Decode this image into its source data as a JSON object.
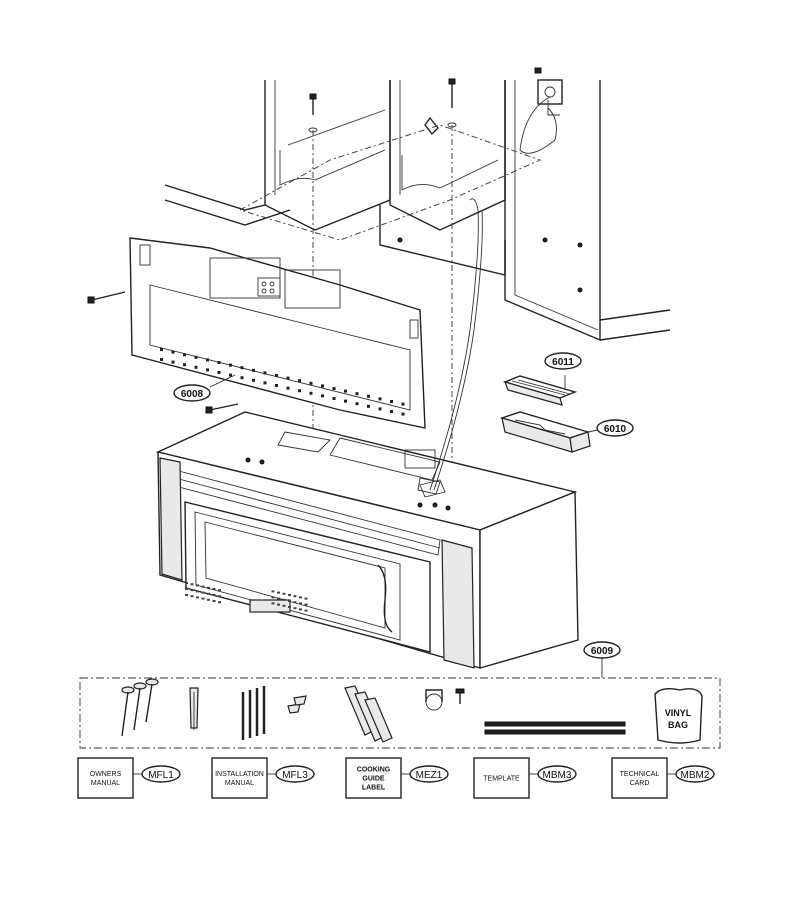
{
  "callouts": {
    "c6008": "6008",
    "c6009": "6009",
    "c6010": "6010",
    "c6011": "6011"
  },
  "kit": {
    "vinyl_bag_line1": "VINYL",
    "vinyl_bag_line2": "BAG"
  },
  "documents": [
    {
      "line1": "OWNERS",
      "line2": "MANUAL",
      "line3": "",
      "code": "MFL1"
    },
    {
      "line1": "INSTALLATION",
      "line2": "MANUAL",
      "line3": "",
      "code": "MFL3"
    },
    {
      "line1": "COOKING",
      "line2": "GUIDE",
      "line3": "LABEL",
      "code": "MEZ1"
    },
    {
      "line1": "TEMPLATE",
      "line2": "",
      "line3": "",
      "code": "MBM3"
    },
    {
      "line1": "TECHNICAL",
      "line2": "CARD",
      "line3": "",
      "code": "MBM2"
    }
  ]
}
